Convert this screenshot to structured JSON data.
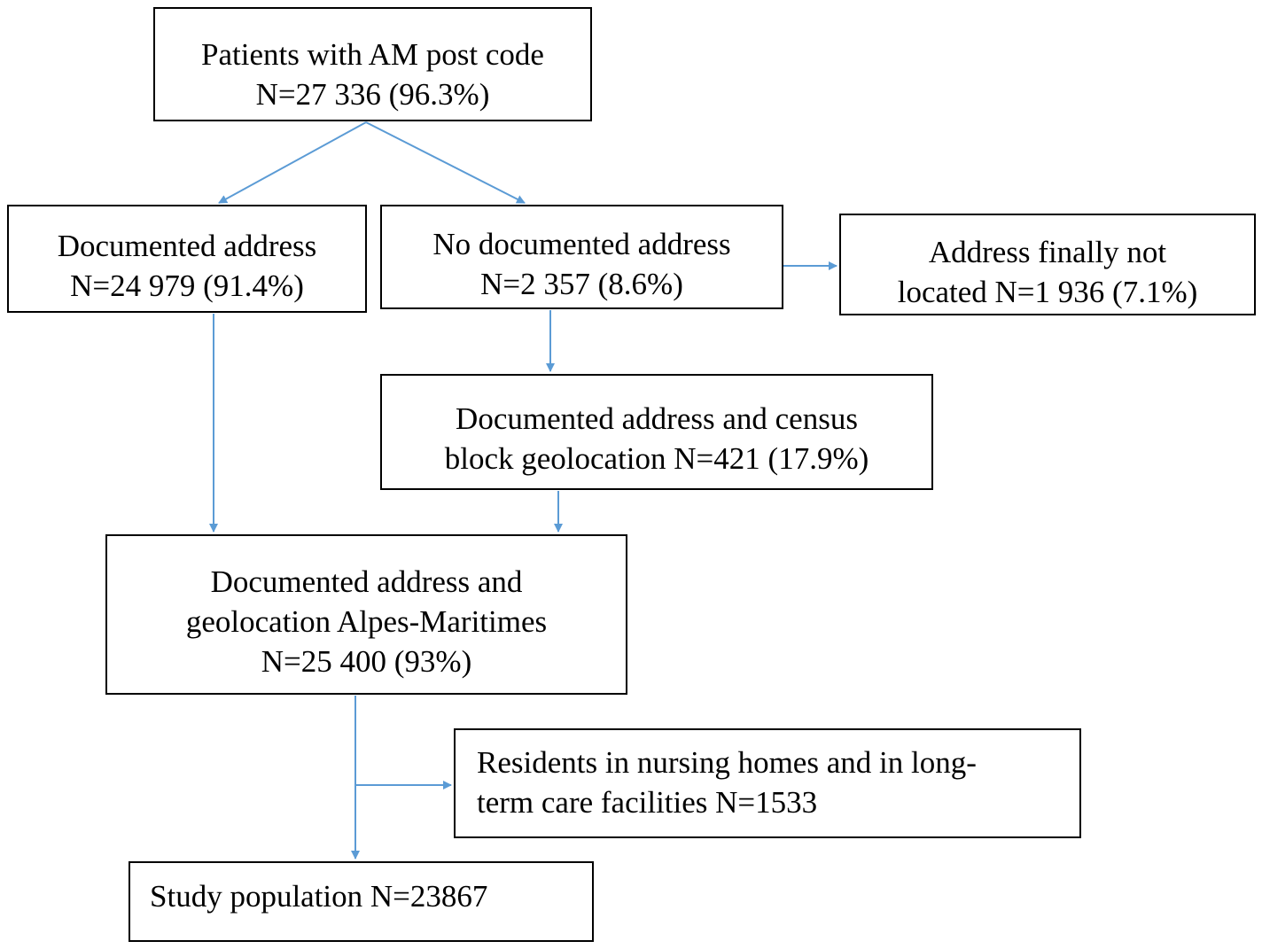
{
  "colors": {
    "arrow": "#5b9bd5",
    "box_border": "#000000",
    "text": "#000000",
    "background": "#ffffff"
  },
  "nodes": {
    "patients": {
      "line1": "Patients with AM post code",
      "line2": "N=27 336 (96.3%)"
    },
    "documented": {
      "line1": "Documented address",
      "line2": "N=24 979 (91.4%)"
    },
    "no_documented": {
      "line1": "No documented address",
      "line2": "N=2 357 (8.6%)"
    },
    "not_located": {
      "line1": "Address finally not",
      "line2": "located N=1 936 (7.1%)"
    },
    "census": {
      "line1": "Documented address and census",
      "line2": "block geolocation N=421 (17.9%)"
    },
    "geolocation": {
      "line1": "Documented address and",
      "line2": "geolocation Alpes-Maritimes",
      "line3": "N=25 400 (93%)"
    },
    "residents": {
      "line1": "Residents in nursing homes and in long-",
      "line2": "term care facilities N=1533"
    },
    "study": {
      "line1": "Study population N=23867"
    }
  },
  "edges": [
    {
      "from": "patients",
      "to": "documented"
    },
    {
      "from": "patients",
      "to": "no_documented"
    },
    {
      "from": "no_documented",
      "to": "not_located"
    },
    {
      "from": "no_documented",
      "to": "census"
    },
    {
      "from": "documented",
      "to": "geolocation"
    },
    {
      "from": "census",
      "to": "geolocation"
    },
    {
      "from": "geolocation",
      "to": "residents"
    },
    {
      "from": "geolocation",
      "to": "study"
    }
  ]
}
